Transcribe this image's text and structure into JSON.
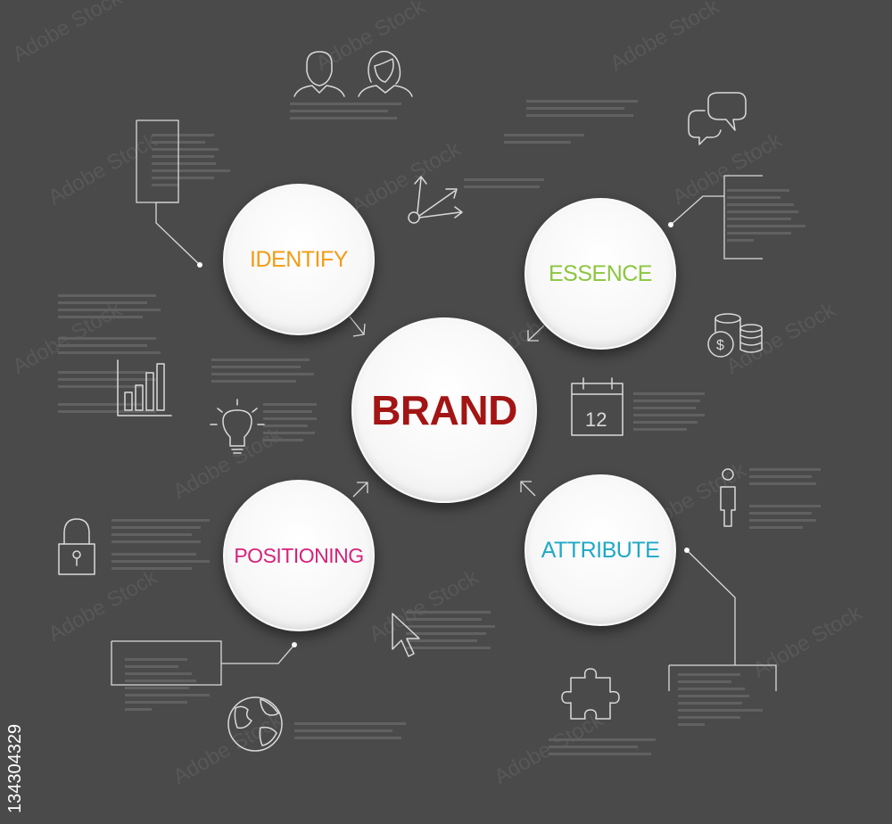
{
  "center": {
    "label": "BRAND",
    "color": "#a31515"
  },
  "nodes": [
    {
      "id": "identify",
      "label": "IDENTIFY",
      "color": "#f39c12"
    },
    {
      "id": "essence",
      "label": "ESSENCE",
      "color": "#8cc63f"
    },
    {
      "id": "positioning",
      "label": "POSITIONING",
      "color": "#d6227a"
    },
    {
      "id": "attribute",
      "label": "ATTRIBUTE",
      "color": "#1fa9c6"
    }
  ],
  "icons": [
    "man-icon",
    "woman-icon",
    "speech-bubbles-icon",
    "arrows-icon",
    "coins-icon",
    "bar-chart-icon",
    "lightbulb-icon",
    "calendar-icon",
    "person-icon",
    "lock-icon",
    "cursor-icon",
    "puzzle-icon",
    "globe-icon"
  ],
  "calendar_day": "12",
  "watermark": {
    "side_id": "134304329",
    "brand": "Adobe Stock"
  }
}
